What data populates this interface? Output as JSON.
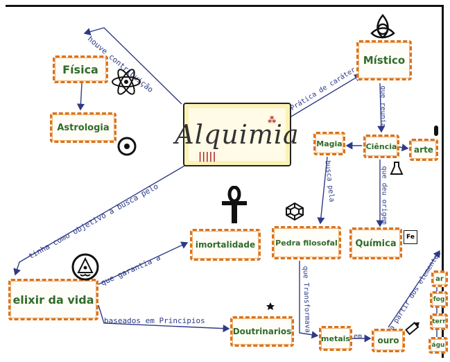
{
  "map": {
    "center": {
      "label": "Alquimia"
    },
    "nodes": {
      "fisica": "Física",
      "astrologia": "Astrologia",
      "mistico": "Místico",
      "magia": "Magia",
      "ciencia": "Ciência",
      "arte": "arte",
      "imortalidade": "imortalidade",
      "pedra_filosofal": "Pedra filosofal",
      "quimica": "Química",
      "elixir_da_vida": "elixir da vida",
      "doutrinarios": "Doutrinarios",
      "metais": "metais",
      "ouro": "ouro",
      "ar": "ar",
      "fogo": "fog",
      "terra": "terr",
      "agua": "águ"
    },
    "edges": {
      "houve_contribuicao": "houve contribuição",
      "pratica_de_carater": "Prática de caráter",
      "que_reunia": "que reunia",
      "que_deu_origem": "que deu origem",
      "tinha_como_objetivo": "tinha como objetivo a busca pelo",
      "busca_pela": "busca pela",
      "que_garantia_a": "que garantia a",
      "baseados_em_principios": "baseados em Principios",
      "que_transformava": "que Transformava",
      "em": "em",
      "a_partir_dos_elementos": "a partir dos elementos"
    },
    "colors": {
      "node_border": "#d9731e",
      "node_text": "#2f6b2a",
      "link": "#2d3a86",
      "center_border": "#222222",
      "highlight": "#fbf3b5",
      "accent_red": "#b2262a"
    },
    "icons": [
      "atom-icon",
      "target-icon",
      "triquetra-icon",
      "ankh-icon",
      "gem-icon",
      "flask-icon",
      "pyramid-eye-icon",
      "star-crescent-icon",
      "pencil-icon",
      "test-tube-icon",
      "fe-element-icon"
    ],
    "fe_symbol": "Fe"
  }
}
